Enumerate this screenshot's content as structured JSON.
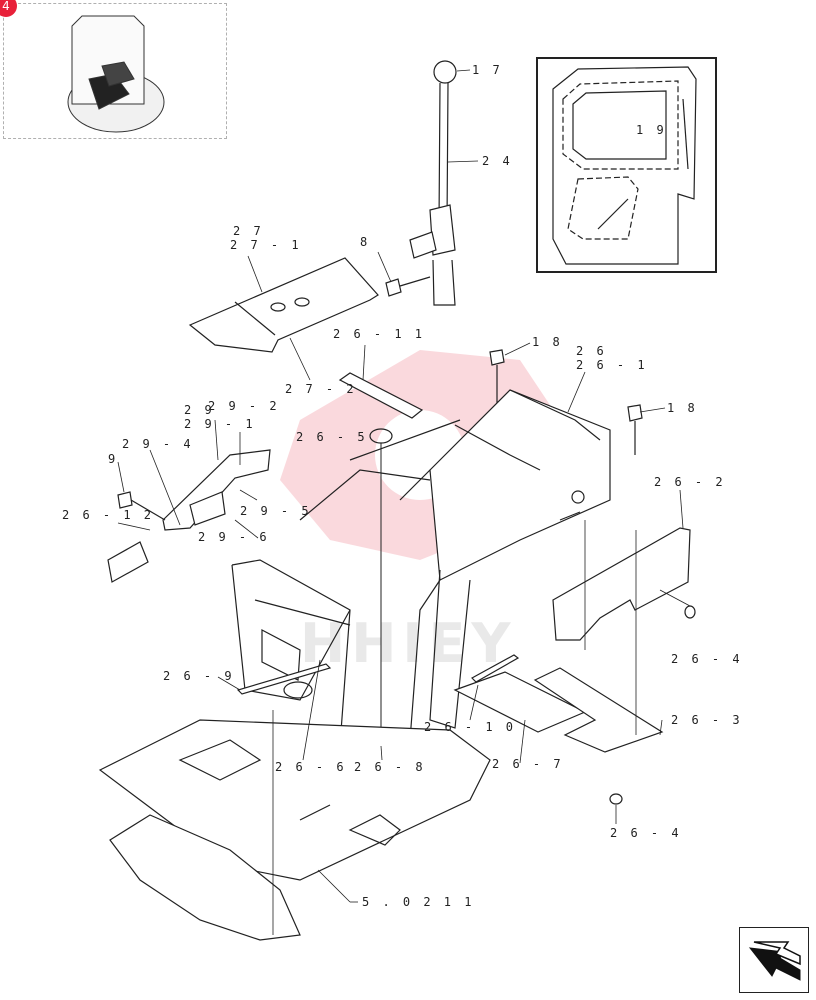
{
  "thumbnail": {
    "badge": "4",
    "icon": "cab-overview-thumbnail"
  },
  "watermark": "HHIEY",
  "labels": {
    "l17": "1 7",
    "l24": "2 4",
    "l8": "8",
    "l27": "2 7",
    "l27_1": "2 7 - 1",
    "l27_2": "2 7 - 2",
    "l26_11": "2 6 - 1 1",
    "l18a": "1 8",
    "l18b": "1 8",
    "l26": "2 6",
    "l26_1": "2 6 - 1",
    "l19": "1 9",
    "l29": "2 9",
    "l29_2": "2 9 - 2",
    "l29_1": "2 9 - 1",
    "l26_5": "2 6 - 5",
    "l29_4": "2 9 - 4",
    "l9": "9",
    "l29_5": "2 9 - 5",
    "l26_12": "2 6 - 1 2",
    "l29_6": "2 9 - 6",
    "l26_2": "2 6 - 2",
    "l26_4a": "2 6 - 4",
    "l26_9": "2 6 - 9",
    "l26_3": "2 6 - 3",
    "l26_10": "2 6 - 1 0",
    "l26_6": "2 6 - 6",
    "l26_8": "2 6 - 8",
    "l26_7": "2 6 - 7",
    "l26_4b": "2 6 - 4",
    "l5_0211": "5 . 0 2 1 1"
  },
  "colors": {
    "line": "#222222",
    "brand": "#e8213a",
    "watermark": "#f7c9cf"
  },
  "nav": {
    "icon": "next-page-arrow-icon"
  }
}
